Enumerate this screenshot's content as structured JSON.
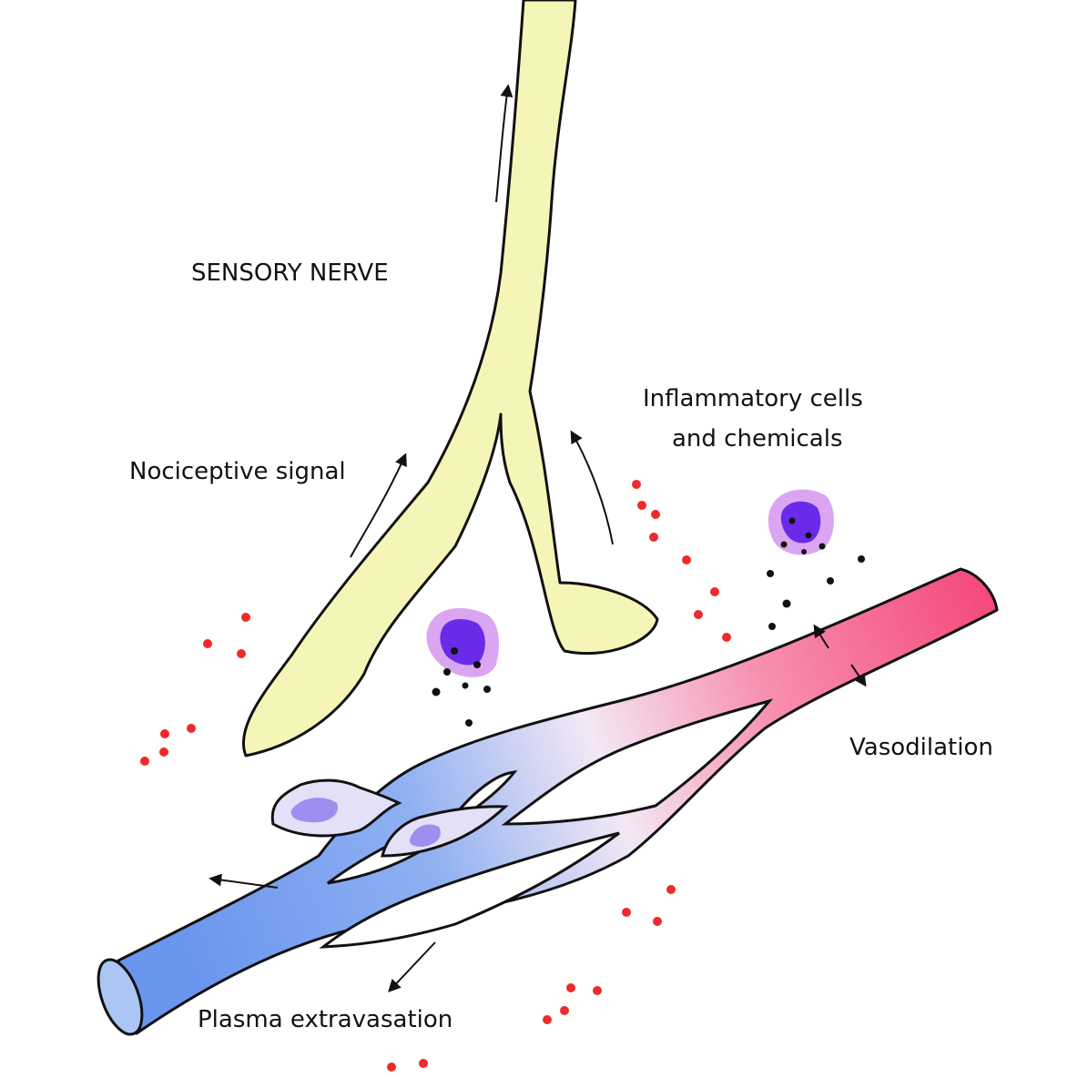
{
  "diagram": {
    "labels": {
      "sensory_nerve": "SENSORY NERVE",
      "nociceptive_signal": "Nociceptive signal",
      "inflammatory_line1": "Inflammatory cells",
      "inflammatory_line2": "and chemicals",
      "vasodilation": "Vasodilation",
      "plasma_extravasation": "Plasma extravasation"
    },
    "colors": {
      "nerve_fill": "#f6f5b8",
      "outline": "#111111",
      "vessel_venous": "#6a95ee",
      "vessel_mid": "#dfe8fb",
      "vessel_arterial": "#f4487a",
      "vessel_lumen": "#a9c6f5",
      "mast_cell_outer": "#dba6f1",
      "mast_cell_nucleus": "#6a2be8",
      "granule": "#111111",
      "red_particle": "#ee2a2a",
      "endothelial_cell": "#e4e0f7",
      "endothelial_nucleus": "#9e8ef0"
    }
  }
}
